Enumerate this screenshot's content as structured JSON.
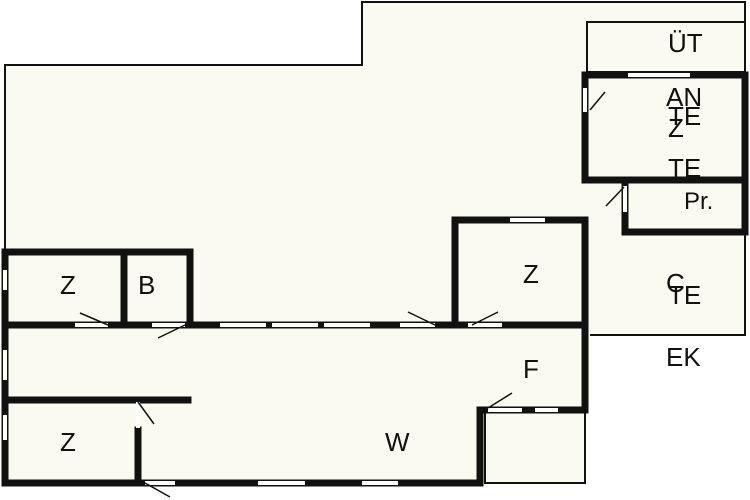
{
  "colors": {
    "background": "#ffffff",
    "floor": "#fafaf0",
    "wall": "#111111"
  },
  "rooms": {
    "ut": "ÜT",
    "an": "AN",
    "te_top": "TE",
    "z_upper_right": "Z",
    "te_mid": "TE",
    "pr": "Pr.",
    "c": "C",
    "te_lower": "TE",
    "ek": "EK",
    "z_top_left": "Z",
    "b": "B",
    "z_mid": "Z",
    "f": "F",
    "z_bottom_left": "Z",
    "w": "W"
  }
}
